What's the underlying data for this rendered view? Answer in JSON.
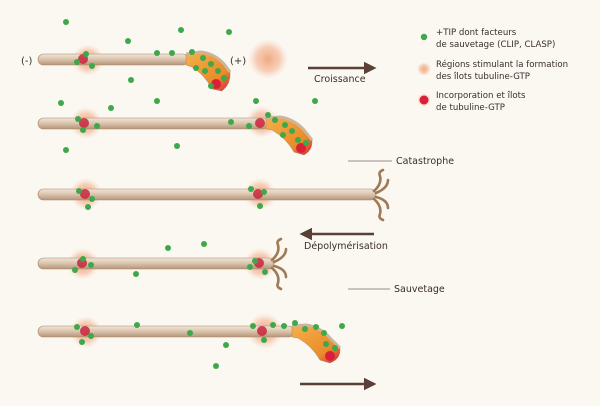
{
  "diagram": {
    "minus_end_label": "(-)",
    "plus_end_label": "(+)",
    "stages": [
      {
        "label": "Croissance"
      },
      {
        "label": "Catastrophe"
      },
      {
        "label": "Dépolymérisation"
      },
      {
        "label": "Sauvetage"
      }
    ]
  },
  "legend": {
    "items": [
      {
        "line1": "+TIP dont facteurs",
        "line2": "de sauvetage (CLIP, CLASP)",
        "icon": "green-dot-icon",
        "color": "#3fa84a"
      },
      {
        "line1": "Régions stimulant la formation",
        "line2": "des îlots tubuline-GTP",
        "icon": "orange-halo-icon",
        "color": "#f1b693"
      },
      {
        "line1": "Incorporation et îlots",
        "line2": "de tubuline-GTP",
        "icon": "red-dot-icon",
        "color": "#d9203b"
      }
    ]
  },
  "colors": {
    "microtubule": "#d8c3ae",
    "microtubule_edge": "#a8876d",
    "gtp_cap": "#ef9a2f",
    "gtp_island": "#d9203b",
    "halo": "#f1b693",
    "tip": "#3fa84a",
    "arrow": "#5a4037"
  }
}
